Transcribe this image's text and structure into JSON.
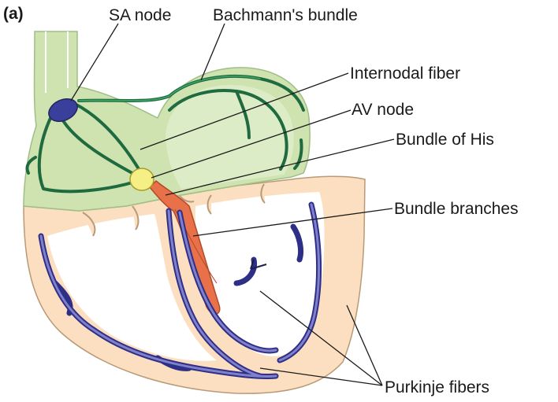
{
  "panel_label": "(a)",
  "labels": {
    "sa_node": "SA node",
    "bachmann": "Bachmann's bundle",
    "internodal": "Internodal fiber",
    "av_node": "AV node",
    "his": "Bundle of His",
    "branches": "Bundle branches",
    "purkinje": "Purkinje fibers"
  },
  "colors": {
    "atria": "#cfe3b0",
    "ventricle": "#fbdfc0",
    "internodal_fiber": "#1f6b3f",
    "sa_node": "#3b3f9c",
    "av_node": "#f6ef86",
    "bundle_of_his": "#e8714a",
    "purkinje": "#5b5cb2"
  }
}
